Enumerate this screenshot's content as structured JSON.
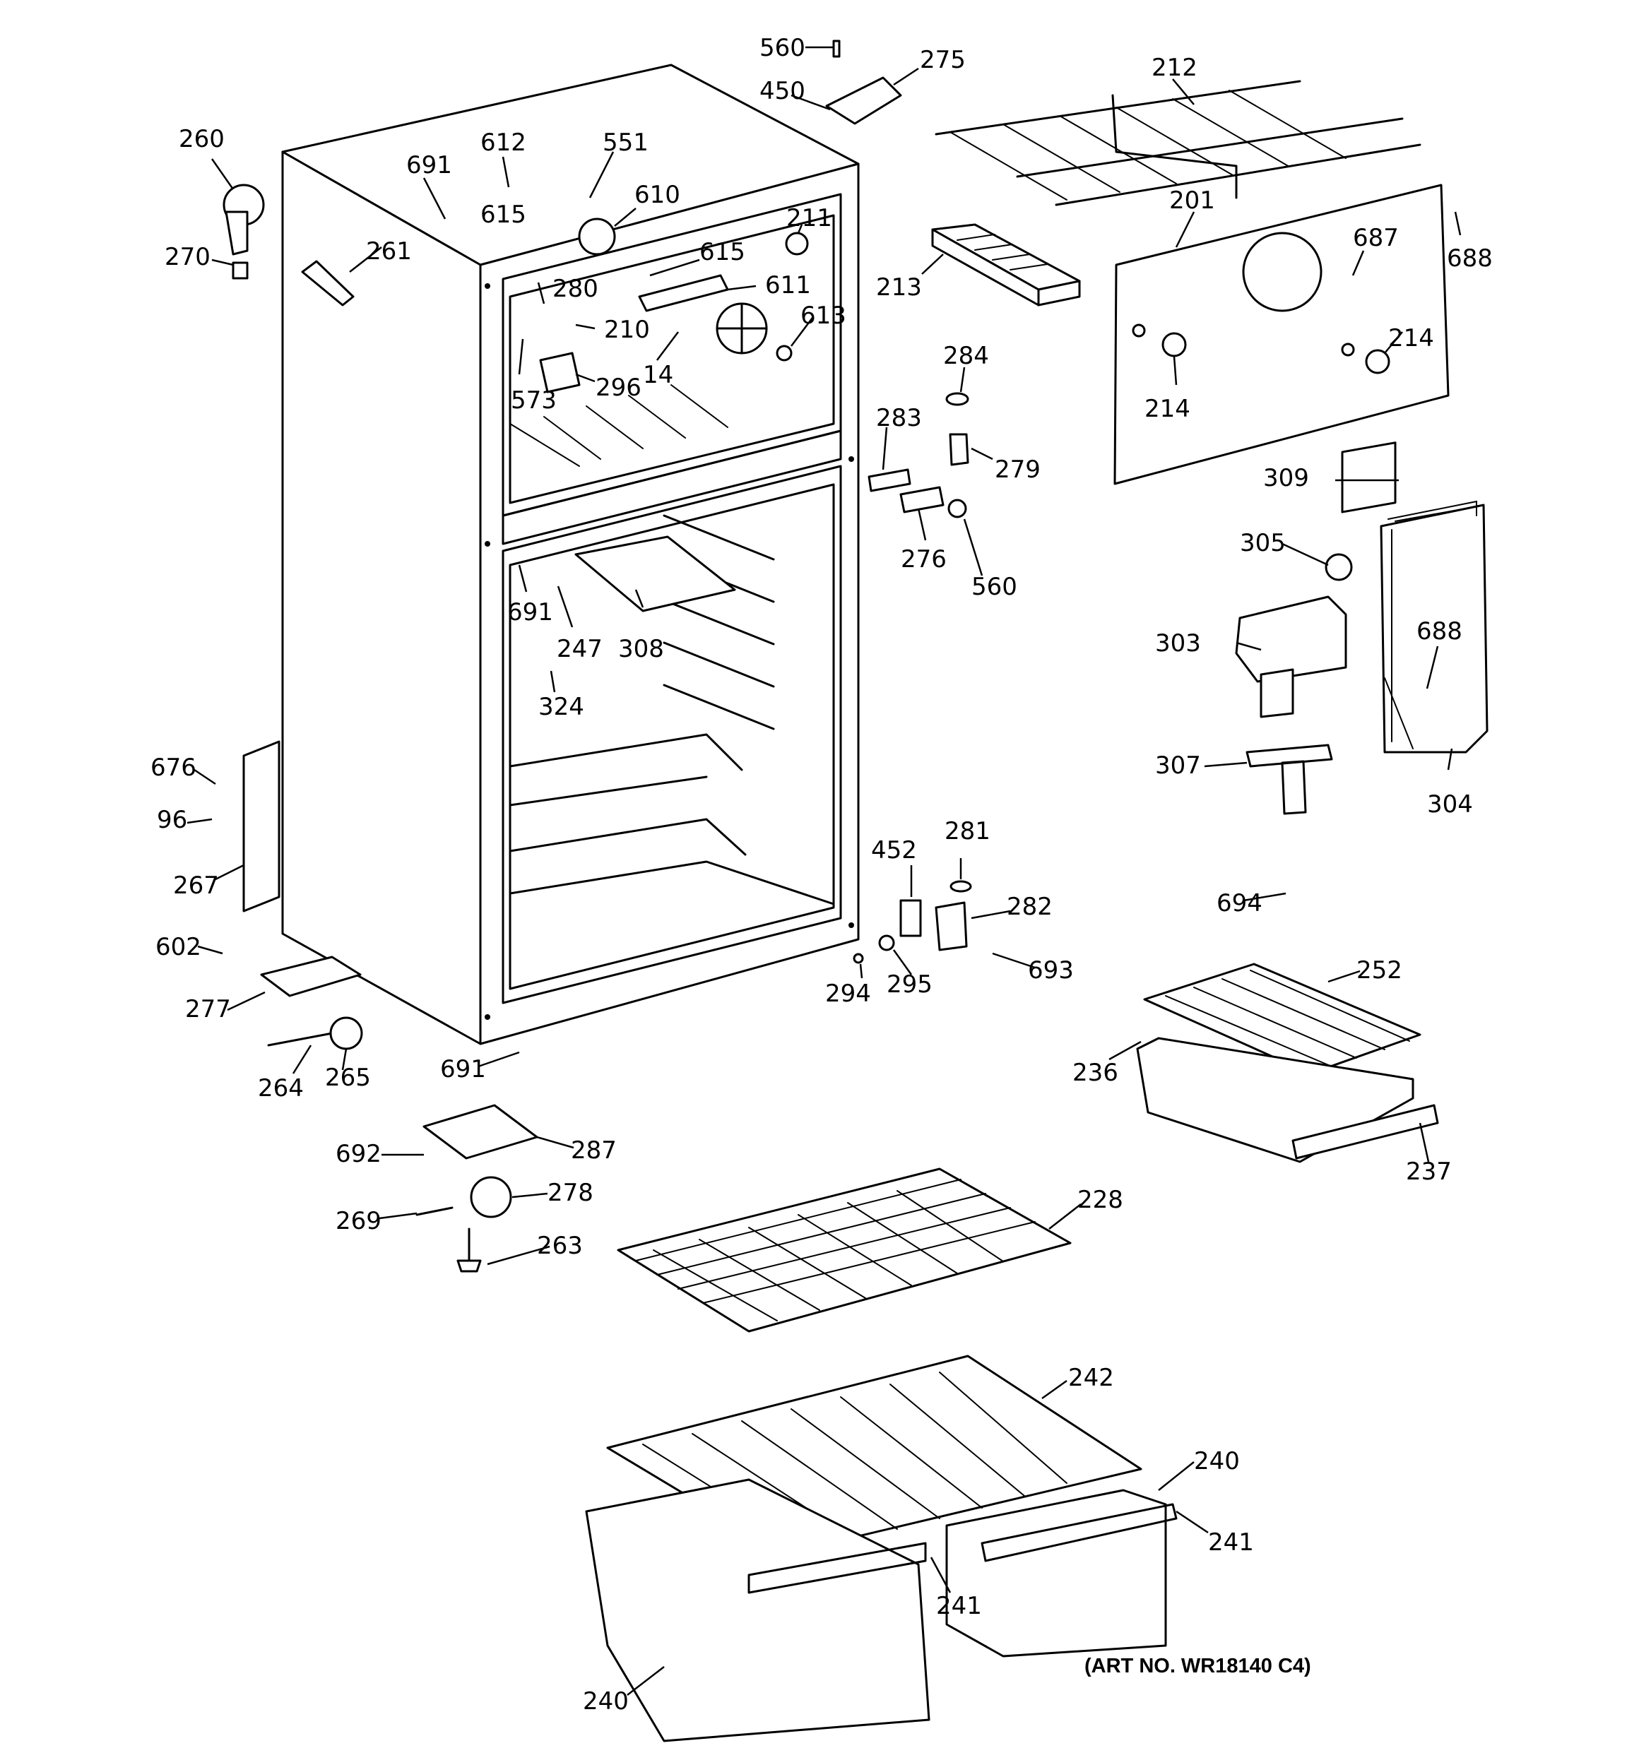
{
  "diagram": {
    "art_number": "(ART NO. WR18140 C4)",
    "callouts": [
      {
        "id": "c560a",
        "label": "560"
      },
      {
        "id": "c275",
        "label": "275"
      },
      {
        "id": "c450",
        "label": "450"
      },
      {
        "id": "c212",
        "label": "212"
      },
      {
        "id": "c260",
        "label": "260"
      },
      {
        "id": "c612",
        "label": "612"
      },
      {
        "id": "c551",
        "label": "551"
      },
      {
        "id": "c691a",
        "label": "691"
      },
      {
        "id": "c610",
        "label": "610"
      },
      {
        "id": "c615a",
        "label": "615"
      },
      {
        "id": "c211",
        "label": "211"
      },
      {
        "id": "c201",
        "label": "201"
      },
      {
        "id": "c270",
        "label": "270"
      },
      {
        "id": "c261",
        "label": "261"
      },
      {
        "id": "c615b",
        "label": "615"
      },
      {
        "id": "c280",
        "label": "280"
      },
      {
        "id": "c611",
        "label": "611"
      },
      {
        "id": "c213",
        "label": "213"
      },
      {
        "id": "c687",
        "label": "687"
      },
      {
        "id": "c688a",
        "label": "688"
      },
      {
        "id": "c210",
        "label": "210"
      },
      {
        "id": "c613",
        "label": "613"
      },
      {
        "id": "c14",
        "label": "14"
      },
      {
        "id": "c573",
        "label": "573"
      },
      {
        "id": "c296",
        "label": "296"
      },
      {
        "id": "c284",
        "label": "284"
      },
      {
        "id": "c214a",
        "label": "214"
      },
      {
        "id": "c214b",
        "label": "214"
      },
      {
        "id": "c283",
        "label": "283"
      },
      {
        "id": "c279",
        "label": "279"
      },
      {
        "id": "c309",
        "label": "309"
      },
      {
        "id": "c276",
        "label": "276"
      },
      {
        "id": "c560b",
        "label": "560"
      },
      {
        "id": "c305",
        "label": "305"
      },
      {
        "id": "c691b",
        "label": "691"
      },
      {
        "id": "c247",
        "label": "247"
      },
      {
        "id": "c308",
        "label": "308"
      },
      {
        "id": "c303",
        "label": "303"
      },
      {
        "id": "c688b",
        "label": "688"
      },
      {
        "id": "c324",
        "label": "324"
      },
      {
        "id": "c676",
        "label": "676"
      },
      {
        "id": "c307",
        "label": "307"
      },
      {
        "id": "c304",
        "label": "304"
      },
      {
        "id": "c96",
        "label": "96"
      },
      {
        "id": "c452",
        "label": "452"
      },
      {
        "id": "c281",
        "label": "281"
      },
      {
        "id": "c267",
        "label": "267"
      },
      {
        "id": "c694",
        "label": "694"
      },
      {
        "id": "c282",
        "label": "282"
      },
      {
        "id": "c602",
        "label": "602"
      },
      {
        "id": "c693",
        "label": "693"
      },
      {
        "id": "c252",
        "label": "252"
      },
      {
        "id": "c294",
        "label": "294"
      },
      {
        "id": "c295",
        "label": "295"
      },
      {
        "id": "c277",
        "label": "277"
      },
      {
        "id": "c236",
        "label": "236"
      },
      {
        "id": "c691c",
        "label": "691"
      },
      {
        "id": "c264",
        "label": "264"
      },
      {
        "id": "c265",
        "label": "265"
      },
      {
        "id": "c692",
        "label": "692"
      },
      {
        "id": "c287",
        "label": "287"
      },
      {
        "id": "c237",
        "label": "237"
      },
      {
        "id": "c278",
        "label": "278"
      },
      {
        "id": "c228",
        "label": "228"
      },
      {
        "id": "c269",
        "label": "269"
      },
      {
        "id": "c263",
        "label": "263"
      },
      {
        "id": "c242",
        "label": "242"
      },
      {
        "id": "c240a",
        "label": "240"
      },
      {
        "id": "c241a",
        "label": "241"
      },
      {
        "id": "c241b",
        "label": "241"
      },
      {
        "id": "c240b",
        "label": "240"
      }
    ]
  }
}
